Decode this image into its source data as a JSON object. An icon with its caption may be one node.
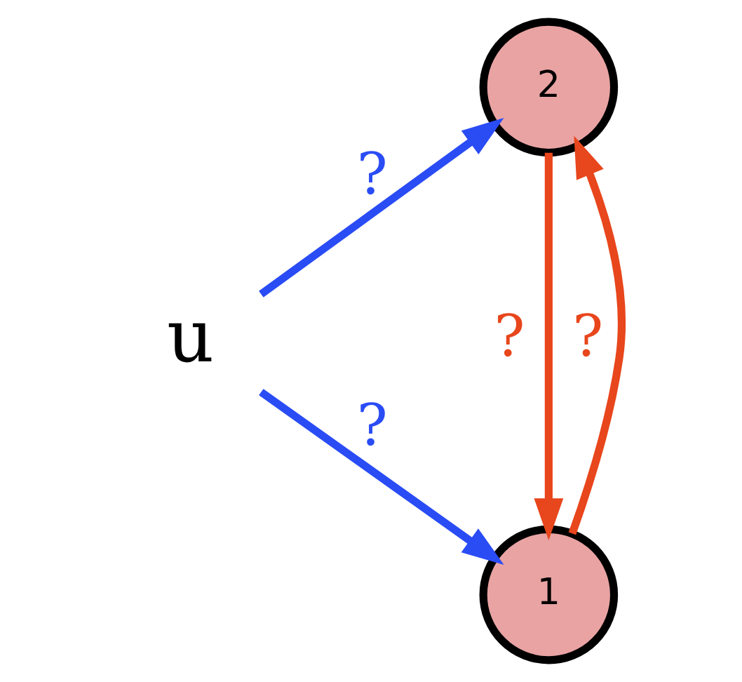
{
  "diagram": {
    "nodes": [
      {
        "text": [
          "u"
        ]
      },
      {
        "text": [
          "1"
        ]
      },
      {
        "text": [
          "2"
        ]
      }
    ],
    "edges": [
      {
        "from": 0,
        "to": 1,
        "arrow": "to",
        "label": "?",
        "color": "#2a4cf5"
      },
      {
        "from": 0,
        "to": 2,
        "arrow": "to",
        "label": "?",
        "color": "#2a4cf5"
      },
      {
        "from": 2,
        "to": 1,
        "arrow": "to",
        "label": "?",
        "color": "#e8461c"
      },
      {
        "from": 1,
        "to": 2,
        "arrow": "to",
        "label": "?",
        "color": "#e8461c"
      }
    ]
  }
}
